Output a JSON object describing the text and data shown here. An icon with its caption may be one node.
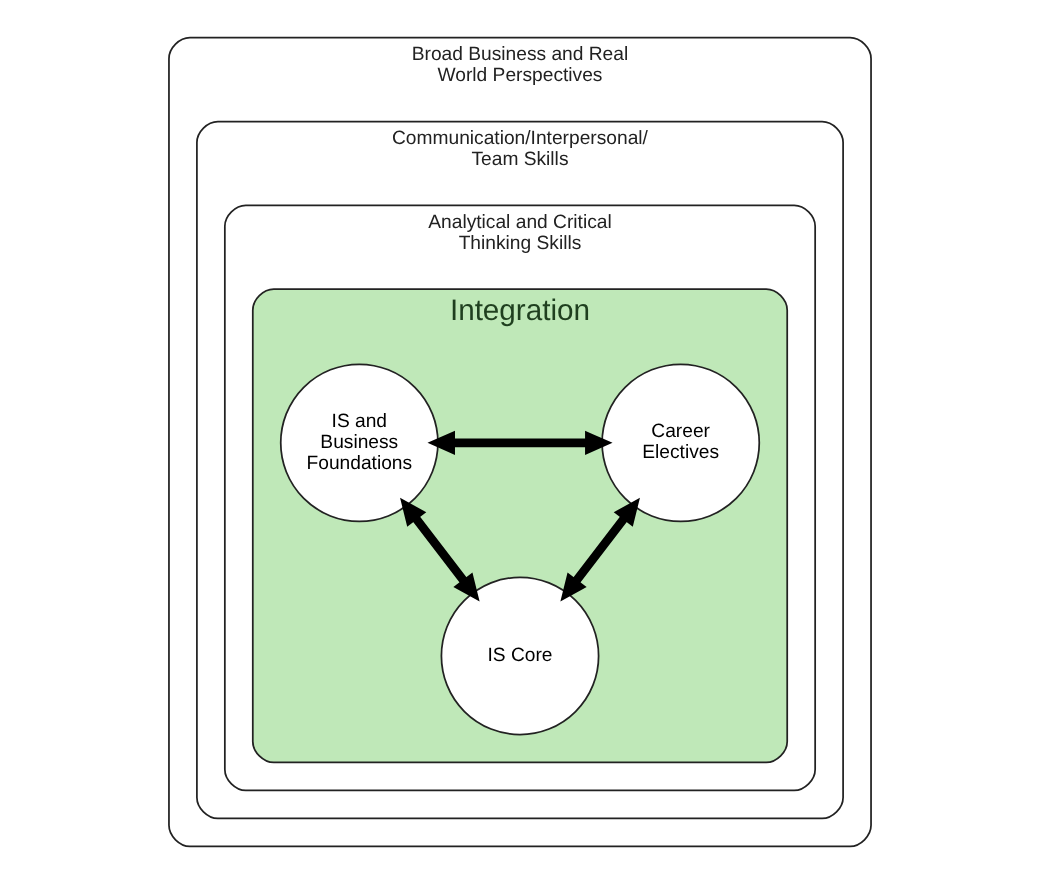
{
  "diagram": {
    "nodes": [
      {
        "text": [
          "Broad Business and Real World Perspectives"
        ]
      },
      {
        "text": [
          "Communication/Interpersonal/ Team Skills"
        ],
        "in": 0
      },
      {
        "text": [
          "Analytical and Critical Thinking Skills"
        ],
        "in": 1
      },
      {
        "text": [
          "Integration"
        ],
        "in": 2
      },
      {
        "text": [
          "IS and Business Foundations"
        ],
        "in": 3
      },
      {
        "text": [
          "Career Electives"
        ],
        "in": 3
      },
      {
        "text": [
          "IS Core"
        ],
        "in": 3
      }
    ],
    "edges": [
      {
        "from": 4,
        "to": 5,
        "arrow": "both"
      },
      {
        "from": 4,
        "to": 6,
        "arrow": "both"
      },
      {
        "from": 5,
        "to": 6,
        "arrow": "both"
      }
    ]
  }
}
